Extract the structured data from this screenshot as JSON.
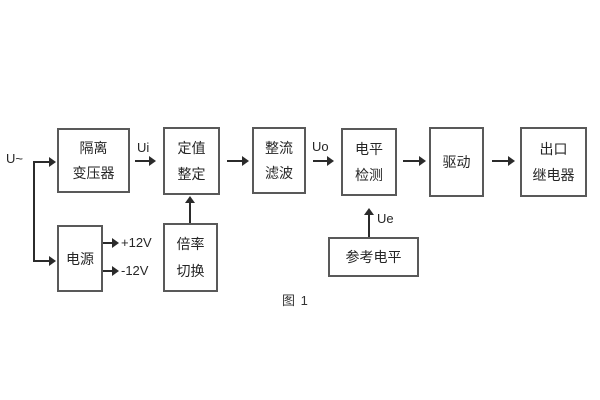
{
  "figure": {
    "caption": "图 1",
    "colors": {
      "box_border": "#595959",
      "line": "#2b2b2b",
      "text": "#262626"
    }
  },
  "labels": {
    "input_signal": "U~",
    "ui": "Ui",
    "uo": "Uo",
    "ue": "Ue",
    "plus12v": "+12V",
    "minus12v": "-12V"
  },
  "blocks": {
    "isolation_transformer": {
      "line1": "隔离",
      "line2": "变压器"
    },
    "setting_adjust": {
      "line1": "定值",
      "line2": "整定"
    },
    "rectifier_filter": {
      "line1": "整流",
      "line2": "滤波"
    },
    "level_detection": {
      "line1": "电平",
      "line2": "检测"
    },
    "driver": {
      "line1": "驱动"
    },
    "output_relay": {
      "line1": "出口",
      "line2": "继电器"
    },
    "power_supply": {
      "line1": "电源"
    },
    "ratio_switch": {
      "line1": "倍率",
      "line2": "切换"
    },
    "reference_level": {
      "line1": "参考电平"
    }
  }
}
